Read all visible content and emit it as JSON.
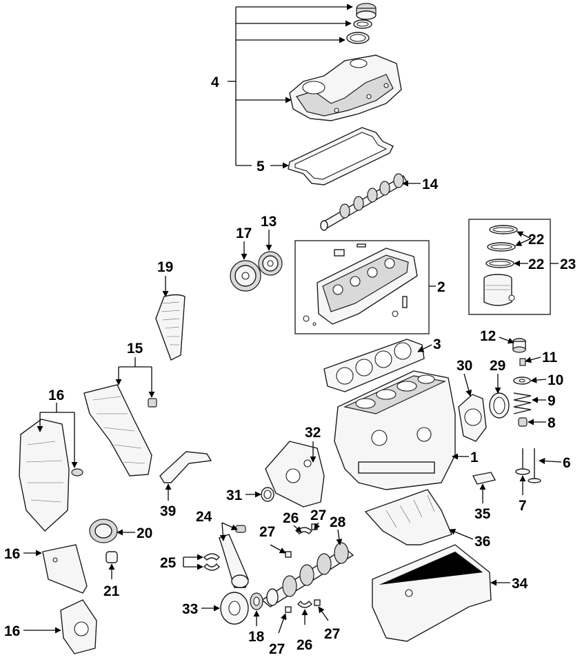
{
  "callouts": [
    {
      "id": "c4",
      "label": "4"
    },
    {
      "id": "c5",
      "label": "5"
    },
    {
      "id": "c14",
      "label": "14"
    },
    {
      "id": "c17",
      "label": "17"
    },
    {
      "id": "c13",
      "label": "13"
    },
    {
      "id": "c2",
      "label": "2"
    },
    {
      "id": "c22a",
      "label": "22"
    },
    {
      "id": "c22b",
      "label": "22"
    },
    {
      "id": "c23",
      "label": "23"
    },
    {
      "id": "c19",
      "label": "19"
    },
    {
      "id": "c3",
      "label": "3"
    },
    {
      "id": "c12",
      "label": "12"
    },
    {
      "id": "c11",
      "label": "11"
    },
    {
      "id": "c30",
      "label": "30"
    },
    {
      "id": "c29",
      "label": "29"
    },
    {
      "id": "c10",
      "label": "10"
    },
    {
      "id": "c9",
      "label": "9"
    },
    {
      "id": "c8",
      "label": "8"
    },
    {
      "id": "c15",
      "label": "15"
    },
    {
      "id": "c16a",
      "label": "16"
    },
    {
      "id": "c32",
      "label": "32"
    },
    {
      "id": "c1",
      "label": "1"
    },
    {
      "id": "c6",
      "label": "6"
    },
    {
      "id": "c7",
      "label": "7"
    },
    {
      "id": "c39",
      "label": "39"
    },
    {
      "id": "c31",
      "label": "31"
    },
    {
      "id": "c35",
      "label": "35"
    },
    {
      "id": "c24",
      "label": "24"
    },
    {
      "id": "c20",
      "label": "20"
    },
    {
      "id": "c26a",
      "label": "26"
    },
    {
      "id": "c27a",
      "label": "27"
    },
    {
      "id": "c28",
      "label": "28"
    },
    {
      "id": "c27b",
      "label": "27"
    },
    {
      "id": "c36",
      "label": "36"
    },
    {
      "id": "c16b",
      "label": "16"
    },
    {
      "id": "c25",
      "label": "25"
    },
    {
      "id": "c21",
      "label": "21"
    },
    {
      "id": "c34",
      "label": "34"
    },
    {
      "id": "c33",
      "label": "33"
    },
    {
      "id": "c16c",
      "label": "16"
    },
    {
      "id": "c18",
      "label": "18"
    },
    {
      "id": "c27c",
      "label": "27"
    },
    {
      "id": "c26b",
      "label": "26"
    },
    {
      "id": "c27d",
      "label": "27"
    }
  ]
}
